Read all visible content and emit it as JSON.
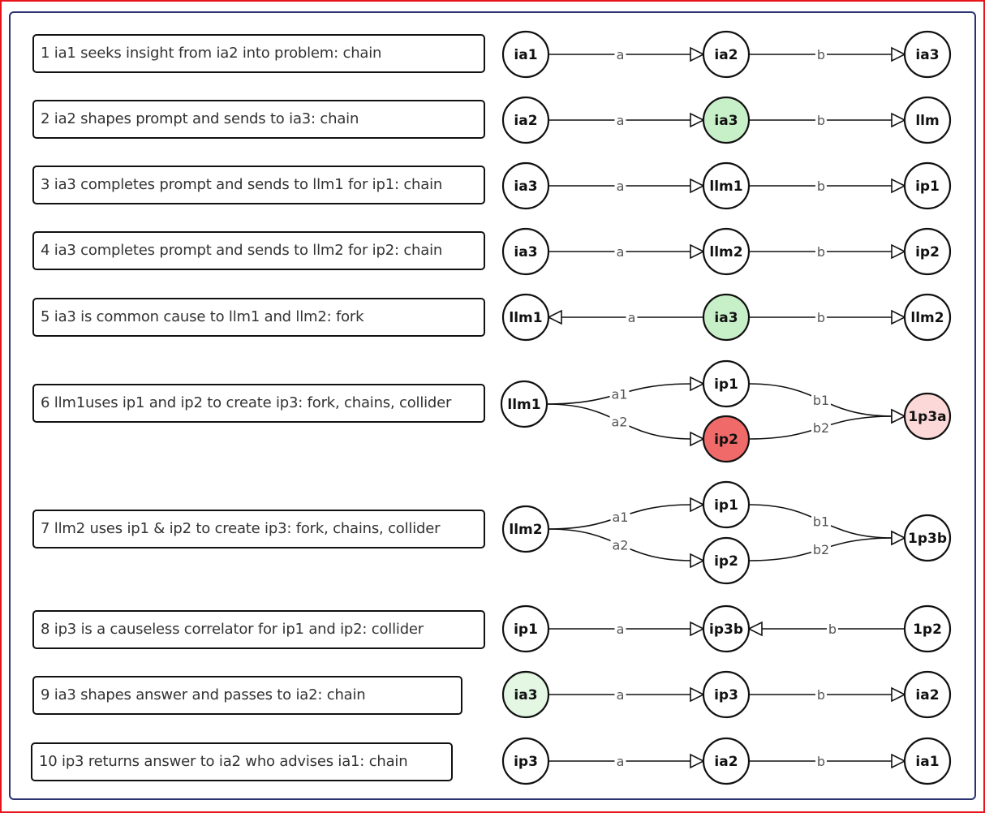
{
  "colors": {
    "frame": "#e8141c",
    "panel": "#2b3270",
    "green": "#c8f0c8",
    "light_green": "#e3f7e3",
    "red": "#f06a6a",
    "pink": "#fdd8d8",
    "white": "#ffffff"
  },
  "rows": [
    {
      "label": "1 ia1 seeks insight from ia2 into problem: chain",
      "type": "chain",
      "nodes": [
        {
          "label": "ia1",
          "fill": "#ffffff"
        },
        {
          "label": "ia2",
          "fill": "#ffffff"
        },
        {
          "label": "ia3",
          "fill": "#ffffff"
        }
      ],
      "edges": [
        {
          "from": 0,
          "to": 1,
          "label": "a"
        },
        {
          "from": 1,
          "to": 2,
          "label": "b"
        }
      ]
    },
    {
      "label": "2 ia2 shapes prompt and sends to ia3: chain",
      "type": "chain",
      "nodes": [
        {
          "label": "ia2",
          "fill": "#ffffff"
        },
        {
          "label": "ia3",
          "fill": "#c8f0c8"
        },
        {
          "label": "llm",
          "fill": "#ffffff"
        }
      ],
      "edges": [
        {
          "from": 0,
          "to": 1,
          "label": "a"
        },
        {
          "from": 1,
          "to": 2,
          "label": "b"
        }
      ]
    },
    {
      "label": "3 ia3 completes prompt and sends to llm1 for ip1: chain",
      "type": "chain",
      "nodes": [
        {
          "label": "ia3",
          "fill": "#ffffff"
        },
        {
          "label": "llm1",
          "fill": "#ffffff"
        },
        {
          "label": "ip1",
          "fill": "#ffffff"
        }
      ],
      "edges": [
        {
          "from": 0,
          "to": 1,
          "label": "a"
        },
        {
          "from": 1,
          "to": 2,
          "label": "b"
        }
      ]
    },
    {
      "label": "4 ia3 completes prompt and sends to llm2 for ip2: chain",
      "type": "chain",
      "nodes": [
        {
          "label": "ia3",
          "fill": "#ffffff"
        },
        {
          "label": "llm2",
          "fill": "#ffffff"
        },
        {
          "label": "ip2",
          "fill": "#ffffff"
        }
      ],
      "edges": [
        {
          "from": 0,
          "to": 1,
          "label": "a"
        },
        {
          "from": 1,
          "to": 2,
          "label": "b"
        }
      ]
    },
    {
      "label": "5 ia3 is common cause to llm1 and llm2: fork",
      "type": "chain",
      "nodes": [
        {
          "label": "llm1",
          "fill": "#ffffff"
        },
        {
          "label": "ia3",
          "fill": "#c8f0c8"
        },
        {
          "label": "llm2",
          "fill": "#ffffff"
        }
      ],
      "edges": [
        {
          "from": 1,
          "to": 0,
          "label": "a"
        },
        {
          "from": 1,
          "to": 2,
          "label": "b"
        }
      ]
    },
    {
      "label": "6 llm1uses ip1 and ip2 to create ip3: fork, chains, collider",
      "type": "diamond",
      "nodes": [
        {
          "label": "llm1",
          "fill": "#ffffff"
        },
        {
          "label": "ip1",
          "fill": "#ffffff"
        },
        {
          "label": "ip2",
          "fill": "#f06a6a"
        },
        {
          "label": "1p3a",
          "fill": "#fdd8d8"
        }
      ],
      "edges": [
        {
          "from": 0,
          "to": 1,
          "label": "a1"
        },
        {
          "from": 0,
          "to": 2,
          "label": "a2"
        },
        {
          "from": 1,
          "to": 3,
          "label": "b1"
        },
        {
          "from": 2,
          "to": 3,
          "label": "b2"
        }
      ]
    },
    {
      "label": "7 llm2 uses ip1 & ip2 to create ip3: fork, chains, collider",
      "type": "diamond",
      "nodes": [
        {
          "label": "llm2",
          "fill": "#ffffff"
        },
        {
          "label": "ip1",
          "fill": "#ffffff"
        },
        {
          "label": "ip2",
          "fill": "#ffffff"
        },
        {
          "label": "1p3b",
          "fill": "#ffffff"
        }
      ],
      "edges": [
        {
          "from": 0,
          "to": 1,
          "label": "a1"
        },
        {
          "from": 0,
          "to": 2,
          "label": "a2"
        },
        {
          "from": 1,
          "to": 3,
          "label": "b1"
        },
        {
          "from": 2,
          "to": 3,
          "label": "b2"
        }
      ]
    },
    {
      "label": "8 ip3 is a causeless correlator for ip1 and ip2:  collider",
      "type": "chain",
      "nodes": [
        {
          "label": "ip1",
          "fill": "#ffffff"
        },
        {
          "label": "ip3b",
          "fill": "#ffffff"
        },
        {
          "label": "1p2",
          "fill": "#ffffff"
        }
      ],
      "edges": [
        {
          "from": 0,
          "to": 1,
          "label": "a"
        },
        {
          "from": 2,
          "to": 1,
          "label": "b"
        }
      ]
    },
    {
      "label": "9 ia3 shapes answer and passes to ia2: chain",
      "type": "chain",
      "nodes": [
        {
          "label": "ia3",
          "fill": "#e3f7e3"
        },
        {
          "label": "ip3",
          "fill": "#ffffff"
        },
        {
          "label": "ia2",
          "fill": "#ffffff"
        }
      ],
      "edges": [
        {
          "from": 0,
          "to": 1,
          "label": "a"
        },
        {
          "from": 1,
          "to": 2,
          "label": "b"
        }
      ]
    },
    {
      "label": "10 ip3 returns answer to ia2 who advises ia1: chain",
      "type": "chain",
      "nodes": [
        {
          "label": "ip3",
          "fill": "#ffffff"
        },
        {
          "label": "ia2",
          "fill": "#ffffff"
        },
        {
          "label": "ia1",
          "fill": "#ffffff"
        }
      ],
      "edges": [
        {
          "from": 0,
          "to": 1,
          "label": "a"
        },
        {
          "from": 1,
          "to": 2,
          "label": "b"
        }
      ]
    }
  ]
}
